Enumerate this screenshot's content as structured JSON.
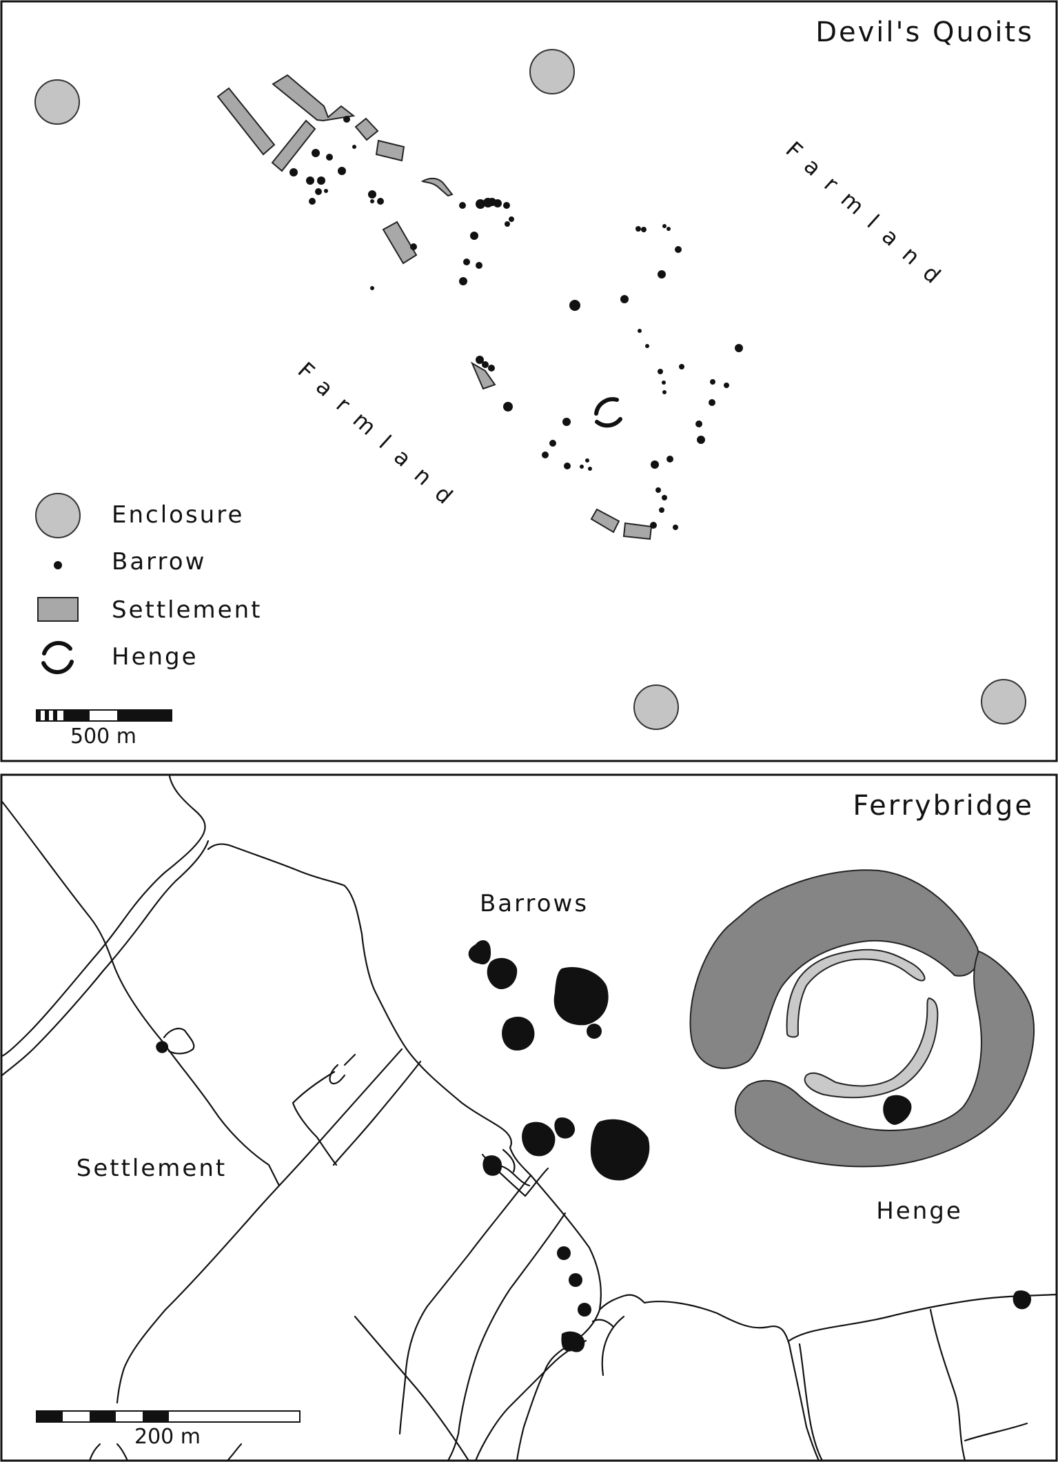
{
  "map1": {
    "title": "Devil's Quoits",
    "farmland_a": "Farmland",
    "farmland_b": "Farmland",
    "legend": {
      "enclosure": "Enclosure",
      "barrow": "Barrow",
      "settlement": "Settlement",
      "henge": "Henge"
    },
    "scale_label": "500 m"
  },
  "map2": {
    "title": "Ferrybridge",
    "barrows_label": "Barrows",
    "settlement_label": "Settlement",
    "henge_label": "Henge",
    "scale_label": "200 m"
  },
  "colors": {
    "enclosure_fill": "#c4c4c4",
    "settlement_fill": "#a8a8a8",
    "henge_outer_fill": "#858585",
    "henge_inner_fill": "#c9c9c9",
    "ink": "#111111"
  }
}
